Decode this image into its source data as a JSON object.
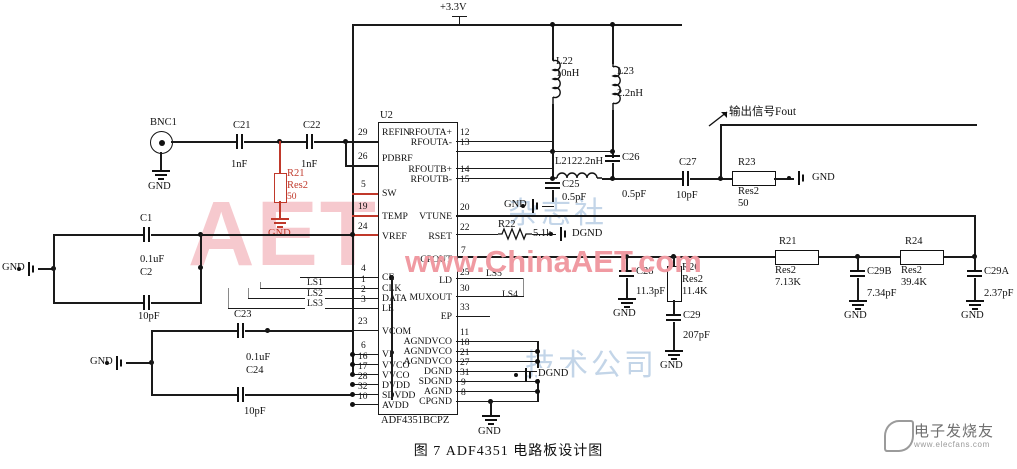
{
  "figure": {
    "caption": "图 7   ADF4351 电路板设计图",
    "power_rail": "+3.3V",
    "output_note": "输出信号Fout"
  },
  "ic": {
    "refdes": "U2",
    "part_number": "ADF4351BCPZ",
    "left_pins": [
      {
        "num": "29",
        "name": "REFIN"
      },
      {
        "num": "26",
        "name": "PDBRF"
      },
      {
        "num": "5",
        "name": "SW"
      },
      {
        "num": "19",
        "name": "TEMP"
      },
      {
        "num": "24",
        "name": "VREF"
      },
      {
        "num": "4",
        "name": "CE"
      },
      {
        "num": "1",
        "name": "CLK"
      },
      {
        "num": "2",
        "name": "DATA"
      },
      {
        "num": "3",
        "name": "LE"
      },
      {
        "num": "23",
        "name": "VCOM"
      },
      {
        "num": "6",
        "name": "VP"
      },
      {
        "num": "16",
        "name": "VVCO"
      },
      {
        "num": "17",
        "name": "VVCO"
      },
      {
        "num": "28",
        "name": "DVDD"
      },
      {
        "num": "32",
        "name": "SDVDD"
      },
      {
        "num": "10",
        "name": "AVDD"
      }
    ],
    "right_pins": [
      {
        "num": "12",
        "name": "RFOUTA+"
      },
      {
        "num": "13",
        "name": "RFOUTA-"
      },
      {
        "num": "14",
        "name": "RFOUTB+"
      },
      {
        "num": "15",
        "name": "RFOUTB-"
      },
      {
        "num": "20",
        "name": "VTUNE"
      },
      {
        "num": "22",
        "name": "RSET"
      },
      {
        "num": "7",
        "name": "CPOUT"
      },
      {
        "num": "25",
        "name": "LD"
      },
      {
        "num": "30",
        "name": "MUXOUT"
      },
      {
        "num": "33",
        "name": "EP"
      },
      {
        "num": "11",
        "name": "AGNDVCO"
      },
      {
        "num": "18",
        "name": "AGNDVCO"
      },
      {
        "num": "21",
        "name": "AGNDVCO"
      },
      {
        "num": "27",
        "name": "DGND"
      },
      {
        "num": "31",
        "name": "SDGND"
      },
      {
        "num": "9",
        "name": "AGND"
      },
      {
        "num": "8",
        "name": "CPGND"
      }
    ]
  },
  "nets": {
    "ls1": "LS1",
    "ls2": "LS2",
    "ls3": "LS3",
    "ls4": "LS4",
    "ls5": "LS5",
    "dgnd_a": "DGND",
    "dgnd_b": "DGND",
    "gnd": "GND"
  },
  "connectors": [
    {
      "refdes": "BNC1"
    }
  ],
  "components": {
    "c1": {
      "refdes": "C1",
      "value": "0.1uF"
    },
    "c2": {
      "refdes": "C2",
      "value": "10pF"
    },
    "c21": {
      "refdes": "C21",
      "value": "1nF"
    },
    "c22": {
      "refdes": "C22",
      "value": "1nF"
    },
    "c23": {
      "refdes": "C23",
      "value": "0.1uF"
    },
    "c24": {
      "refdes": "C24",
      "value": "10pF"
    },
    "c25": {
      "refdes": "C25",
      "value": "0.5pF"
    },
    "c26": {
      "refdes": "C26",
      "value": "0.5pF"
    },
    "c27": {
      "refdes": "C27",
      "value": "10pF"
    },
    "c28": {
      "refdes": "C28",
      "value": "11.3pF"
    },
    "c29": {
      "refdes": "C29",
      "value": "207pF"
    },
    "c29a": {
      "refdes": "C29A",
      "value": "2.37pF"
    },
    "c29b": {
      "refdes": "C29B",
      "value": "7.34pF"
    },
    "l22": {
      "refdes": "L22",
      "value": "10nH"
    },
    "l23": {
      "refdes": "L23",
      "value": "2.2nH"
    },
    "l212": {
      "refdes": "L212",
      "value": "2.2nH"
    },
    "r21in": {
      "refdes": "R21",
      "model": "Res2",
      "value": "50"
    },
    "r22": {
      "refdes": "R22",
      "value": "5.1k"
    },
    "r23": {
      "refdes": "R23",
      "model": "Res2",
      "value": "50"
    },
    "r21": {
      "refdes": "R21",
      "model": "Res2",
      "value": "7.13K"
    },
    "r24": {
      "refdes": "R24",
      "model": "Res2",
      "value": "39.4K"
    },
    "r26": {
      "refdes": "R26",
      "model": "Res2",
      "value": "11.4K"
    }
  },
  "ground_labels": {
    "g1": "GND",
    "g2": "GND",
    "g3": "GND",
    "g4": "GND",
    "g5": "GND",
    "g6": "GND",
    "g7": "GND",
    "g8": "GND",
    "g9": "GND",
    "g10": "GND",
    "g11": "GND",
    "g12": "GND"
  },
  "watermarks": {
    "aet": "AET",
    "china_aet": "www.ChinaAET.com",
    "cn_left": "杂志社",
    "cn_right": "技术公司"
  },
  "site_logo": {
    "cn": "电子发烧友",
    "url": "www.elecfans.com"
  },
  "colors": {
    "wire": "#1a1a1a",
    "accent_red": "#c0392b",
    "watermark_pink": "#f6c9ce",
    "watermark_blue": "#c3d5e8"
  }
}
